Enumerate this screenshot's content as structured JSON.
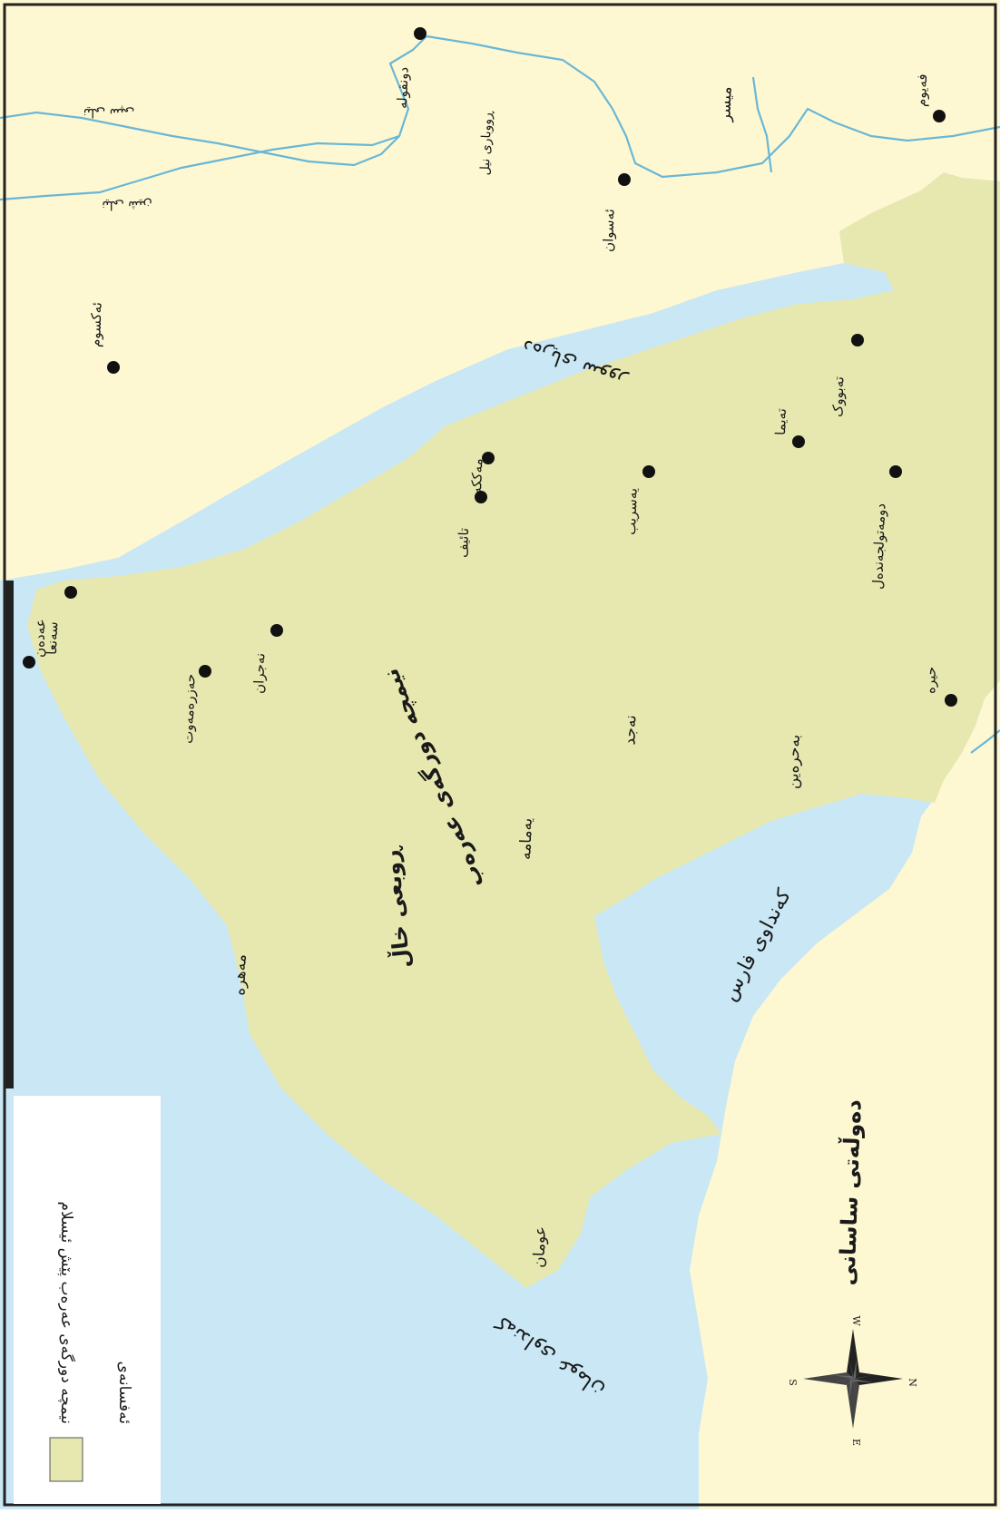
{
  "colors": {
    "sea": "#c9e7f4",
    "land": "#fdf8d2",
    "peninsula": "#e7e8b0",
    "river": "#69b7d6",
    "frame": "#222222"
  },
  "legend": {
    "title": "ئەفسانەی",
    "item_label": "نیمچە دورگەی عەرەب پێش ئیسلام"
  },
  "rivers": {
    "nile": "ڕووباری نیل",
    "white_nile": "نیلی سپی",
    "blue_nile": "نیلی شین"
  },
  "seas": {
    "red_sea": "دەریای سوور",
    "persian_gulf": "کەنداوی فارس",
    "gulf_of_oman": "کەنداوی عومان"
  },
  "regions": {
    "arabian_peninsula": "نیمچە دورگەی عەرەب",
    "empty_quarter": "ڕوبعی خاڵ",
    "sasanian": "دەوڵەتی ساسانی",
    "egypt": "میسر",
    "najd": "نەجد",
    "bahrain": "بەحرەین",
    "yamama": "یەمامە",
    "mahra": "مەهرە",
    "oman": "عومان"
  },
  "cities": {
    "aksum": "ئەکسوم",
    "dongola": "دونقولە",
    "faiyum": "فەیوم",
    "aswan": "ئەسوان",
    "tabuk": "تەبووک",
    "tayma": "تەیما",
    "dumat": "دومەتولجەندەل",
    "yathrib": "یەسریب",
    "mecca": "مەککە",
    "taif": "تائیف",
    "hira": "حیرە",
    "sanaa": "سەنعا",
    "aden": "عەدەن",
    "najran": "نەجران",
    "hadramawt": "حەزرەمەوت"
  },
  "compass": {
    "n": "N",
    "s": "S",
    "e": "E",
    "w": "W"
  }
}
